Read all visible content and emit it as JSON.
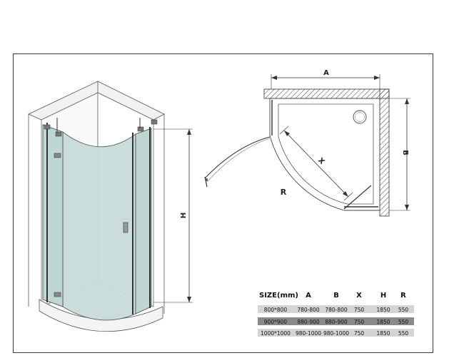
{
  "diagram": {
    "dim_labels": {
      "height": "H",
      "width": "A",
      "depth": "B",
      "diagonal": "X",
      "radius": "R"
    }
  },
  "size_table": {
    "headers": [
      "SIZE(mm)",
      "A",
      "B",
      "X",
      "H",
      "R"
    ],
    "rows": [
      [
        "800*800",
        "780-800",
        "780-800",
        "750",
        "1850",
        "550"
      ],
      [
        "900*900",
        "880-900",
        "880-900",
        "750",
        "1850",
        "550"
      ],
      [
        "1000*1000",
        "980-1000",
        "980-1000",
        "750",
        "1850",
        "550"
      ]
    ],
    "row_colors": [
      "#d4d4d4",
      "#8a8a8a",
      "#d4d4d4"
    ]
  }
}
